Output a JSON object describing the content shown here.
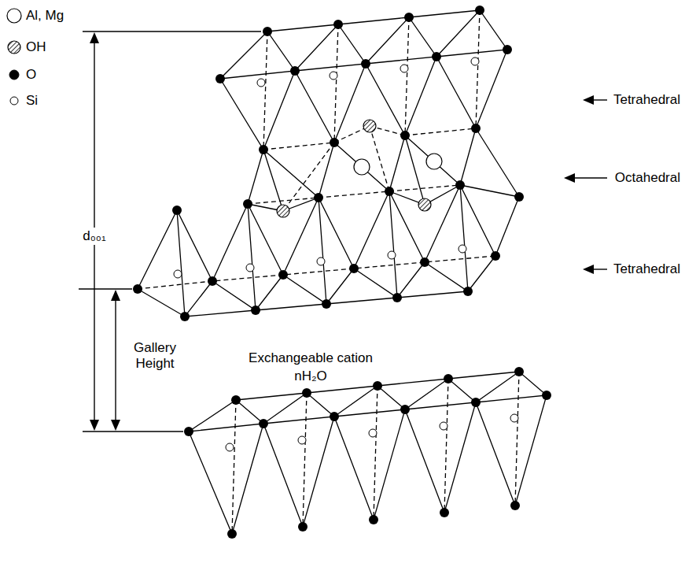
{
  "diagram": {
    "labels": [
      "Tetrahedral",
      "Octahedral",
      "Tetrahedral",
      "d₀₀₁",
      "Gallery Height",
      "Exchangeable cation",
      "nH₂O"
    ],
    "legend": [
      {
        "text": "Al, Mg"
      },
      {
        "text": "OH"
      },
      {
        "text": "O"
      },
      {
        "text": "Si"
      }
    ]
  }
}
